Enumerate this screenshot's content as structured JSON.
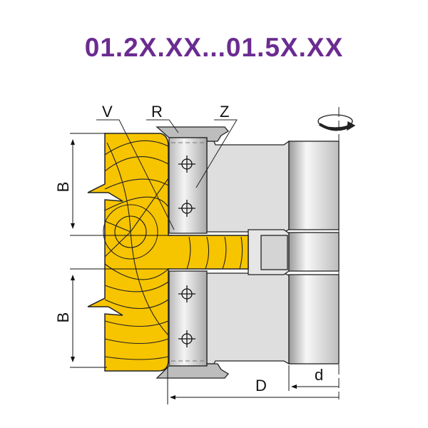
{
  "title": "01.2X.XX...01.5X.XX",
  "labels": {
    "V": "V",
    "R": "R",
    "Z": "Z",
    "B_upper": "B",
    "B_lower": "B",
    "D": "D",
    "d": "d"
  },
  "colors": {
    "title": "#6b2c91",
    "wood": "#f7c400",
    "steel": "#d0d0d0"
  }
}
